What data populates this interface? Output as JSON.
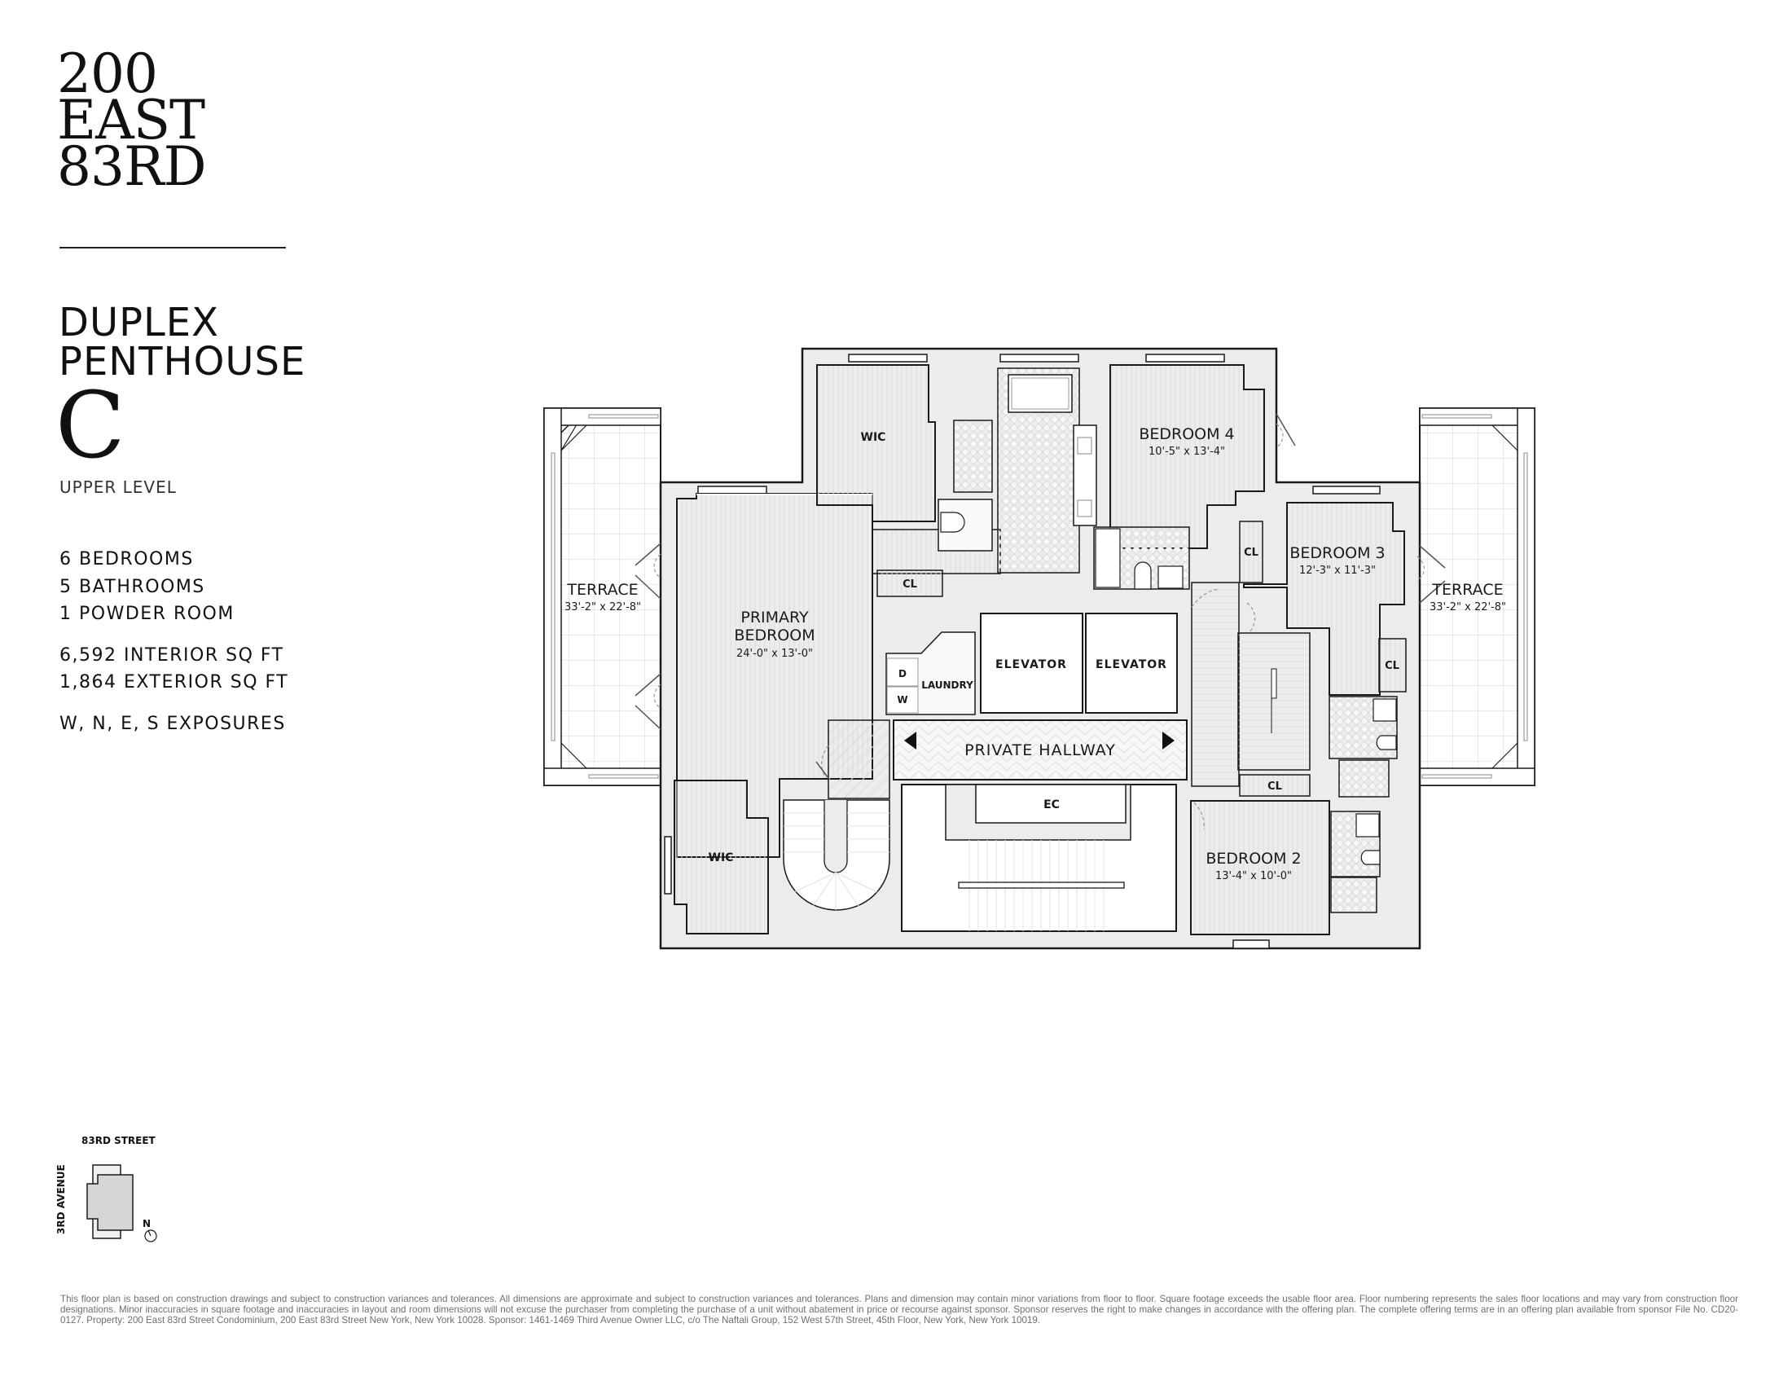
{
  "brand": {
    "line1": "200",
    "line2": "EAST",
    "line3": "83RD"
  },
  "unit": {
    "type_line1": "DUPLEX",
    "type_line2": "PENTHOUSE",
    "letter": "C",
    "level": "UPPER LEVEL"
  },
  "specs": {
    "bedrooms": "6 BEDROOMS",
    "bathrooms": "5 BATHROOMS",
    "powder": "1 POWDER ROOM",
    "interior_sqft": "6,592 INTERIOR SQ FT",
    "exterior_sqft": "1,864 EXTERIOR SQ FT",
    "exposures": "W, N, E, S EXPOSURES"
  },
  "colors": {
    "wall_fill": "#ececec",
    "outline": "#1a1a1a",
    "grid": "#e2e2e2",
    "floor_line": "#dcdcdc"
  },
  "rooms": {
    "terrace_west": {
      "name": "TERRACE",
      "dims": "33'-2\" x 22'-8\""
    },
    "terrace_east": {
      "name": "TERRACE",
      "dims": "33'-2\" x 22'-8\""
    },
    "primary_bedroom": {
      "name_line1": "PRIMARY",
      "name_line2": "BEDROOM",
      "dims": "24'-0\" x 13'-0\""
    },
    "wic_upper": {
      "name": "WIC"
    },
    "wic_lower": {
      "name": "WIC"
    },
    "bedroom_4": {
      "name": "BEDROOM 4",
      "dims": "10'-5\" x 13'-4\""
    },
    "bedroom_3": {
      "name": "BEDROOM 3",
      "dims": "12'-3\" x 11'-3\""
    },
    "bedroom_2": {
      "name": "BEDROOM 2",
      "dims": "13'-4\" x 10'-0\""
    },
    "closet_primary": {
      "name": "CL"
    },
    "closet_bed4": {
      "name": "CL"
    },
    "closet_bed3": {
      "name": "CL"
    },
    "closet_bed2": {
      "name": "CL"
    },
    "laundry": {
      "name": "LAUNDRY",
      "dryer": "D",
      "washer": "W"
    },
    "elevator_1": {
      "name": "ELEVATOR"
    },
    "elevator_2": {
      "name": "ELEVATOR"
    },
    "private_hallway": {
      "name": "PRIVATE HALLWAY"
    },
    "ec": {
      "name": "EC"
    }
  },
  "keyplan": {
    "street": "83RD STREET",
    "avenue": "3RD AVENUE",
    "north": "N"
  },
  "disclaimer": "This floor plan is based on construction drawings and subject to construction variances and tolerances.  All dimensions are approximate and subject to construction variances and tolerances. Plans and dimension may contain minor variations from floor to floor.  Square footage exceeds the usable floor area.  Floor numbering represents the sales floor locations and may vary from construction floor designations. Minor inaccuracies in square footage and inaccuracies in layout and room dimensions will not excuse the purchaser from completing the purchase of a unit without abatement in price or recourse against sponsor.  Sponsor reserves the right to make changes in accordance with the offering plan. The complete offering terms are in an offering plan available from sponsor File No. CD20-0127. Property: 200 East 83rd Street Condominium,  200 East 83rd Street New York, New York 10028.  Sponsor: 1461-1469 Third Avenue Owner LLC, c/o The Naftali Group, 152 West 57th Street, 45th Floor, New York, New York 10019."
}
